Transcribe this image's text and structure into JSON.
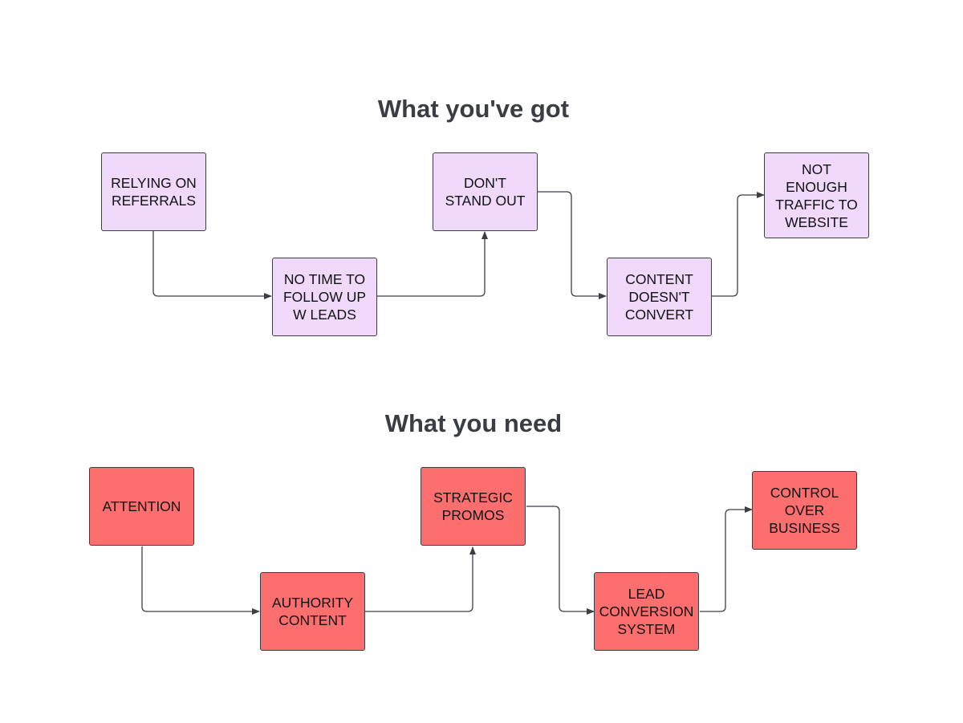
{
  "diagram": {
    "sections": [
      {
        "title": "What you've got",
        "nodes": [
          {
            "label": "RELYING ON\nREFERRALS"
          },
          {
            "label": "NO TIME TO\nFOLLOW UP\nW LEADS"
          },
          {
            "label": "DON'T\nSTAND OUT"
          },
          {
            "label": "CONTENT\nDOESN'T\nCONVERT"
          },
          {
            "label": "NOT\nENOUGH\nTRAFFIC TO\nWEBSITE"
          }
        ]
      },
      {
        "title": "What you need",
        "nodes": [
          {
            "label": "ATTENTION"
          },
          {
            "label": "AUTHORITY\nCONTENT"
          },
          {
            "label": "STRATEGIC\nPROMOS"
          },
          {
            "label": "LEAD\nCONVERSION\nSYSTEM"
          },
          {
            "label": "CONTROL\nOVER\nBUSINESS"
          }
        ]
      }
    ],
    "colors": {
      "got_fill": "#f1d9fc",
      "need_fill": "#fd6f6f",
      "border": "#3d3d44",
      "connector": "#3d3d44",
      "heading": "#3a3d44"
    }
  }
}
